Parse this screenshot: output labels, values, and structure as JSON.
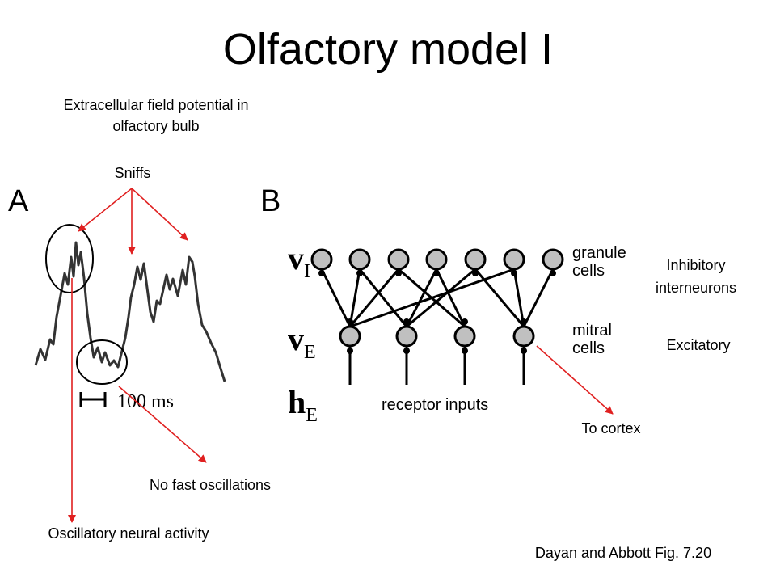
{
  "title": "Olfactory model I",
  "panel_a": {
    "letter": "A",
    "caption_line1": "Extracellular field potential in",
    "caption_line2": "olfactory bulb",
    "sniffs_label": "Sniffs",
    "scale_label": "100 ms",
    "no_fast_label": "No fast oscillations",
    "oscillatory_label": "Oscillatory neural activity"
  },
  "panel_b": {
    "letter": "B",
    "var_granule": "v",
    "var_granule_sub": "I",
    "var_mitral": "v",
    "var_mitral_sub": "E",
    "var_input": "h",
    "var_input_sub": "E",
    "granule_line1": "granule",
    "granule_line2": "cells",
    "mitral_line1": "mitral",
    "mitral_line2": "cells",
    "receptor_label": "receptor inputs",
    "inhibitory_line1": "Inhibitory",
    "inhibitory_line2": "interneurons",
    "excitatory_label": "Excitatory",
    "cortex_label": "To cortex"
  },
  "citation": "Dayan and Abbott Fig. 7.20",
  "colors": {
    "arrow": "#e02020",
    "node_fill": "#c0c0c0"
  }
}
